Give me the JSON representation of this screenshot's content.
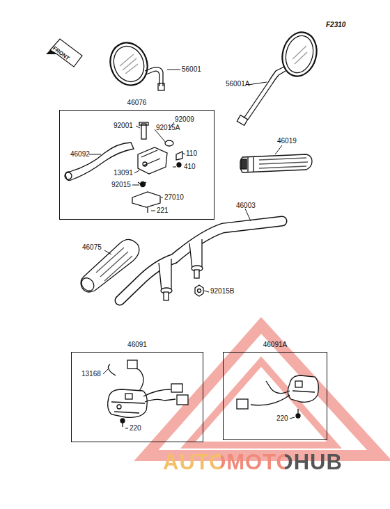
{
  "diagram": {
    "nodes": [
      {
        "text": [
          "46076"
        ]
      },
      {
        "text": [
          "46091"
        ]
      },
      {
        "text": [
          "46091A"
        ]
      }
    ],
    "labels": [
      "F2310",
      "FRONT",
      "56001",
      "56001A",
      "92009",
      "92001",
      "92015A",
      "46092",
      "110",
      "410",
      "13091",
      "92015",
      "27010",
      "221",
      "46019",
      "46003",
      "46075",
      "92015B",
      "13168",
      "220",
      "220",
      "AUTOMOTOHUB"
    ]
  }
}
